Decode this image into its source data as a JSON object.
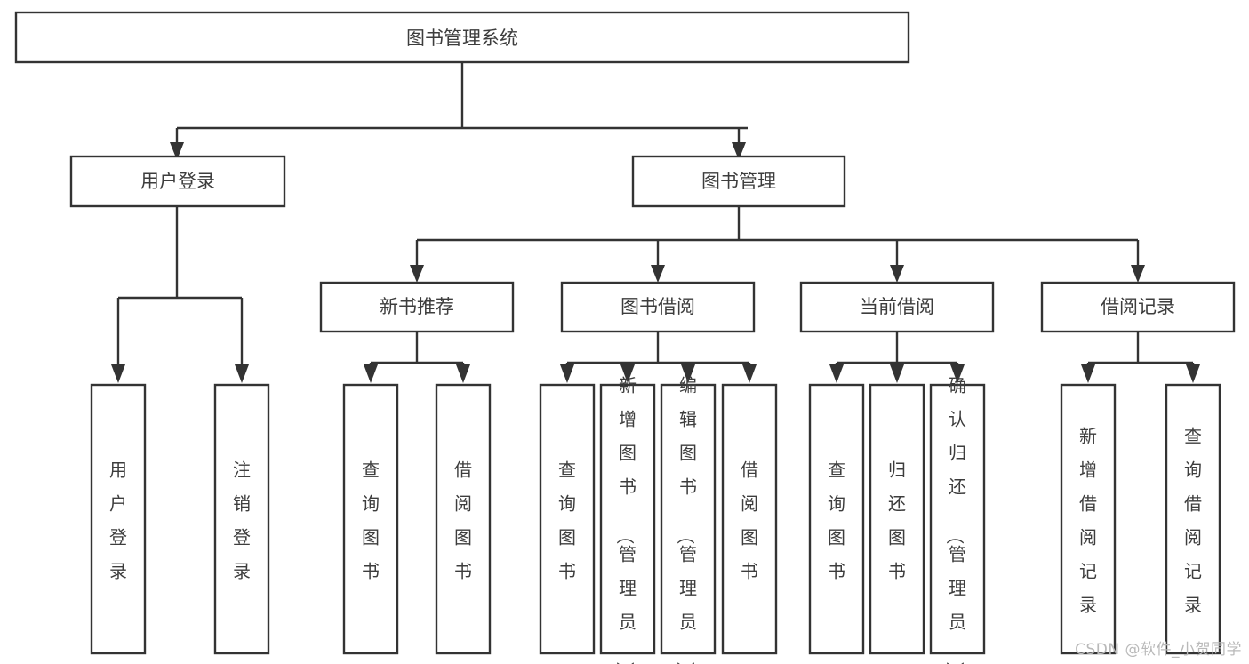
{
  "diagram": {
    "title": "图书管理系统",
    "type": "hierarchy-tree",
    "watermark": "CSDN @软件_小贺同学",
    "colors": {
      "stroke": "#333333",
      "fill": "#ffffff",
      "text": "#3d3d3d",
      "watermark": "#b9b9b9"
    },
    "root": {
      "label": "图书管理系统"
    },
    "level2": [
      {
        "label": "用户登录"
      },
      {
        "label": "图书管理"
      }
    ],
    "level3": [
      {
        "label": "新书推荐"
      },
      {
        "label": "图书借阅"
      },
      {
        "label": "当前借阅"
      },
      {
        "label": "借阅记录"
      }
    ],
    "leaves": {
      "user_login": [
        {
          "label": "用户登录"
        },
        {
          "label": "注销登录"
        }
      ],
      "new_book": [
        {
          "label": "查询图书"
        },
        {
          "label": "借阅图书"
        }
      ],
      "book_borrow": [
        {
          "label": "查询图书"
        },
        {
          "label": "新增图书（管理员）"
        },
        {
          "label": "编辑图书（管理员）"
        },
        {
          "label": "借阅图书"
        }
      ],
      "current_borrow": [
        {
          "label": "查询图书"
        },
        {
          "label": "归还图书"
        },
        {
          "label": "确认归还（管理员）"
        }
      ],
      "borrow_record": [
        {
          "label": "新增借阅记录"
        },
        {
          "label": "查询借阅记录"
        }
      ]
    }
  }
}
